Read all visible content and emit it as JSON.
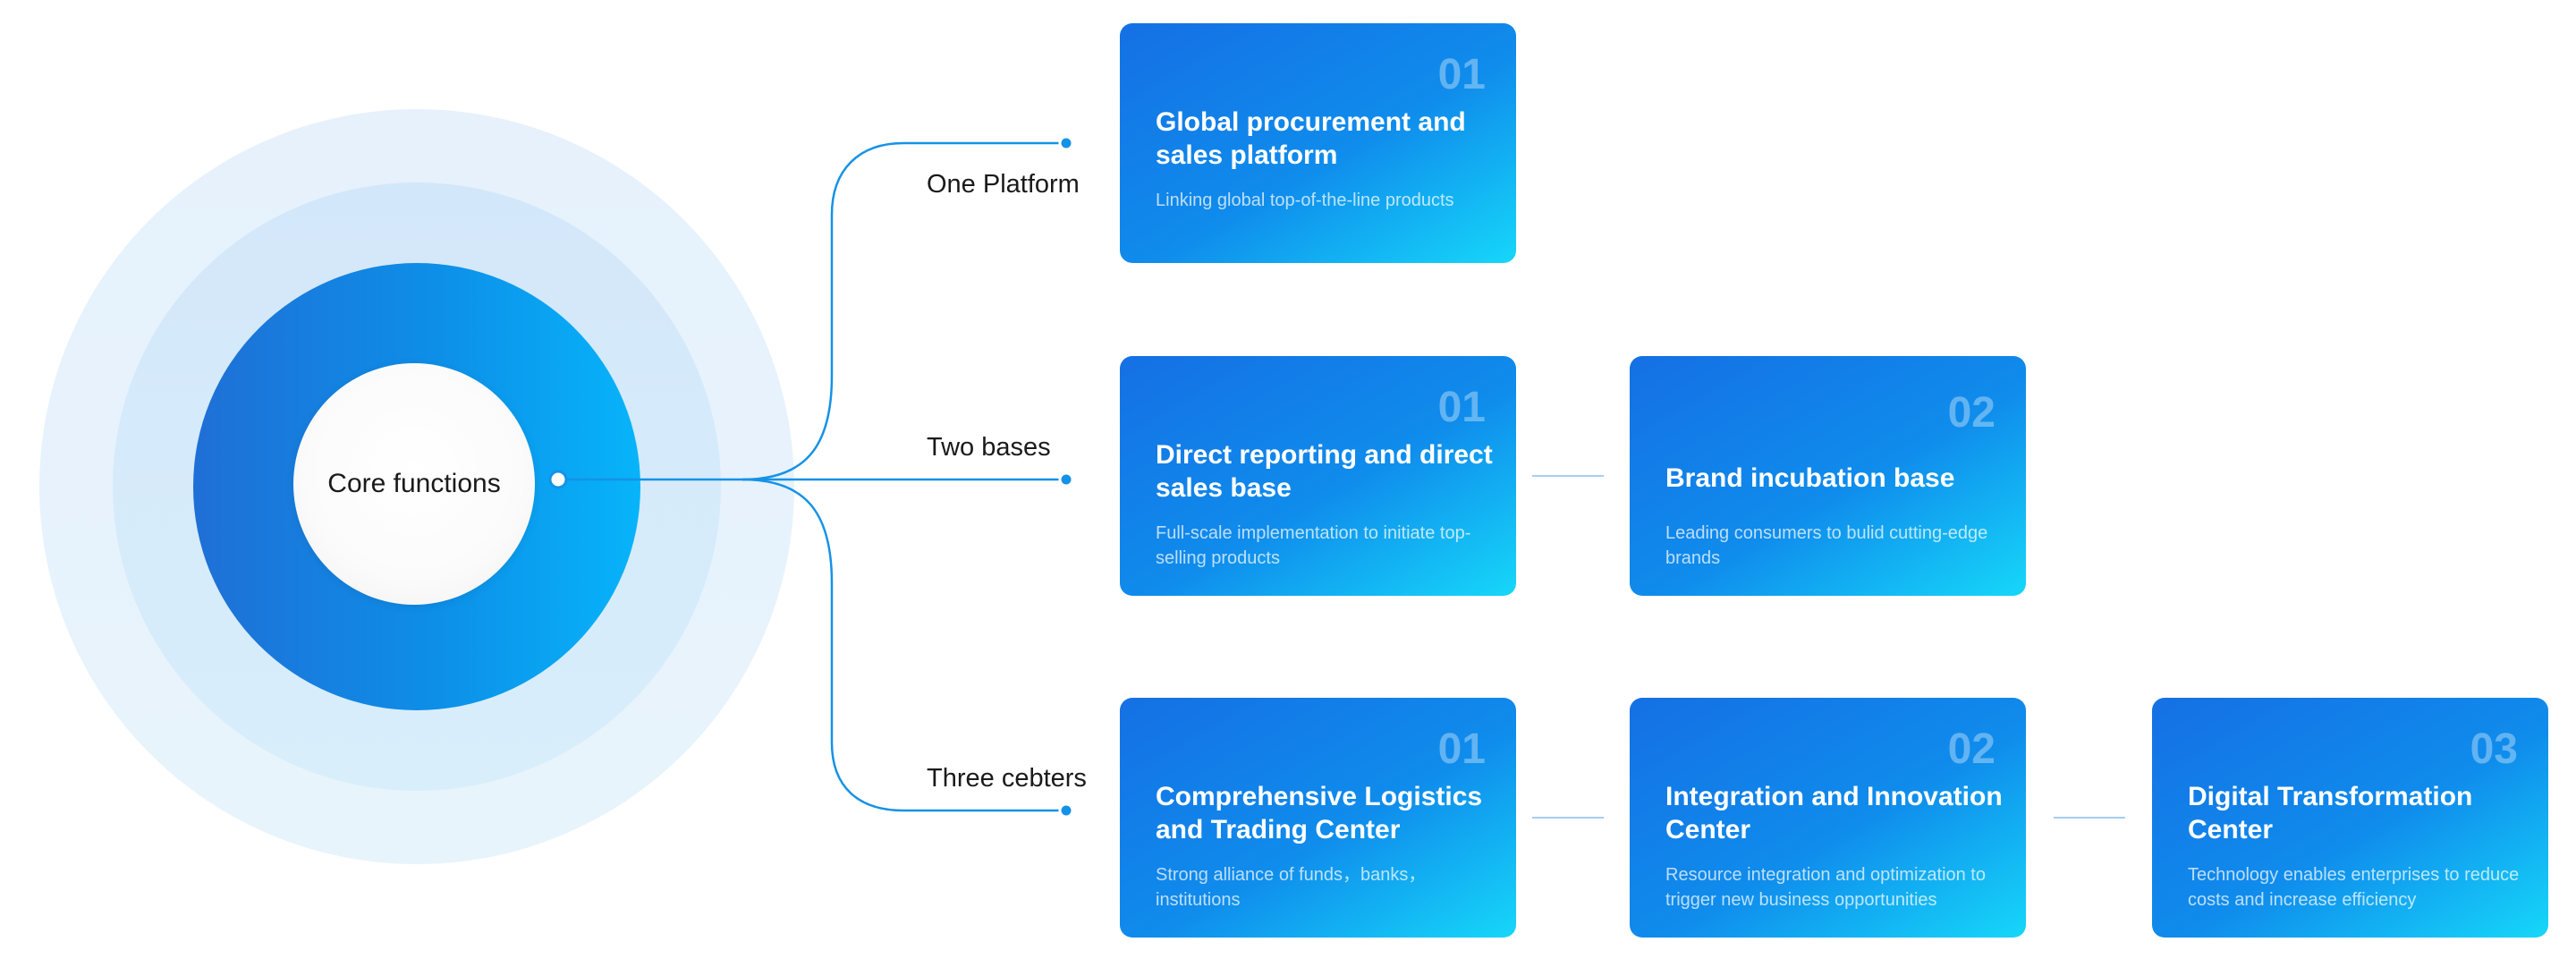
{
  "core": {
    "label": "Core functions"
  },
  "branches": [
    {
      "label": "One Platform"
    },
    {
      "label": "Two bases"
    },
    {
      "label": "Three cebters"
    }
  ],
  "cards": {
    "platform": {
      "num": "01",
      "title": "Global procurement and sales platform",
      "desc": "Linking global top-of-the-line products"
    },
    "base_1": {
      "num": "01",
      "title": "Direct reporting and direct sales base",
      "desc": "Full-scale implementation to initiate top-selling  products"
    },
    "base_2": {
      "num": "02",
      "title": "Brand incubation base",
      "desc": "Leading consumers to bulid cutting-edge brands"
    },
    "center_1": {
      "num": "01",
      "title": "Comprehensive Logistics and Trading Center",
      "desc": "Strong alliance of funds，banks，institutions"
    },
    "center_2": {
      "num": "02",
      "title": "Integration and Innovation Center",
      "desc": "Resource integration and optimization to trigger new business opportunities"
    },
    "center_3": {
      "num": "03",
      "title": "Digital Transformation Center",
      "desc": "Technology enables enterprises to reduce costs and increase efficiency"
    }
  },
  "colors": {
    "connector": "#1592e6",
    "card_gradient_start": "#1570e4",
    "card_gradient_end": "#16d7f9"
  }
}
